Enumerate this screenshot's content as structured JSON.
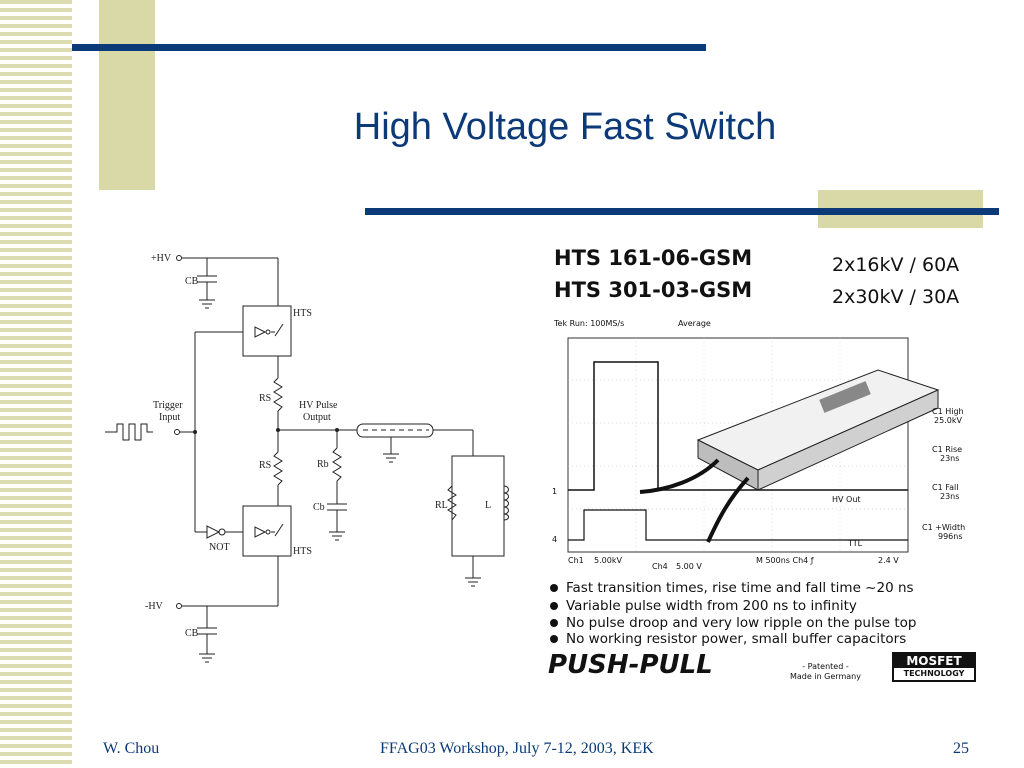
{
  "slide": {
    "title": "High Voltage Fast Switch",
    "footer_left": "W. Chou",
    "footer_center": "FFAG03 Workshop, July 7-12, 2003, KEK",
    "footer_right": "25"
  },
  "circuit": {
    "plus_hv": "+HV",
    "minus_hv": "-HV",
    "cb_top": "CB",
    "cb_bottom": "CB",
    "hts_top": "HTS",
    "hts_bottom": "HTS",
    "rs_top": "RS",
    "rs_bottom": "RS",
    "rb": "Rb",
    "cb_mid": "Cb",
    "rl": "RL",
    "l": "L",
    "trigger_line1": "Trigger",
    "trigger_line2": "Input",
    "hv_pulse_line1": "HV Pulse",
    "hv_pulse_line2": "Output",
    "not_label": "NOT"
  },
  "product": {
    "model1": "HTS 161-06-GSM",
    "spec1": "2x16kV / 60A",
    "model2": "HTS 301-03-GSM",
    "spec2": "2x30kV / 30A",
    "bullets": [
      "Fast transition times, rise time and fall time ~20 ns",
      "Variable pulse width from 200 ns to infinity",
      "No pulse droop and very low ripple on the pulse top",
      "No working resistor power, small buffer capacitors"
    ],
    "push_pull": "PUSH-PULL",
    "patented": "- Patented -",
    "made_in": "Made in Germany",
    "mosfet_top": "MOSFET",
    "mosfet_bottom": "TECHNOLOGY"
  },
  "scope": {
    "header": "Tek Run: 100MS/s",
    "average": "Average",
    "c1_high": "C1 High",
    "c1_high_val": "25.0kV",
    "c1_rise": "C1 Rise",
    "c1_rise_val": "23ns",
    "c1_fall": "C1 Fall",
    "c1_fall_val": "23ns",
    "c1_width": "C1 +Width",
    "c1_width_val": "996ns",
    "hv_out": "HV Out",
    "ttl": "TTL",
    "ch1": "Ch1",
    "ch1_val": "5.00kV",
    "ch4": "Ch4",
    "ch4_val": "5.00 V",
    "timebase": "M  500ns  Ch4  ƒ",
    "trigger_level": "2.4 V",
    "marker1": "1",
    "marker4": "4"
  }
}
